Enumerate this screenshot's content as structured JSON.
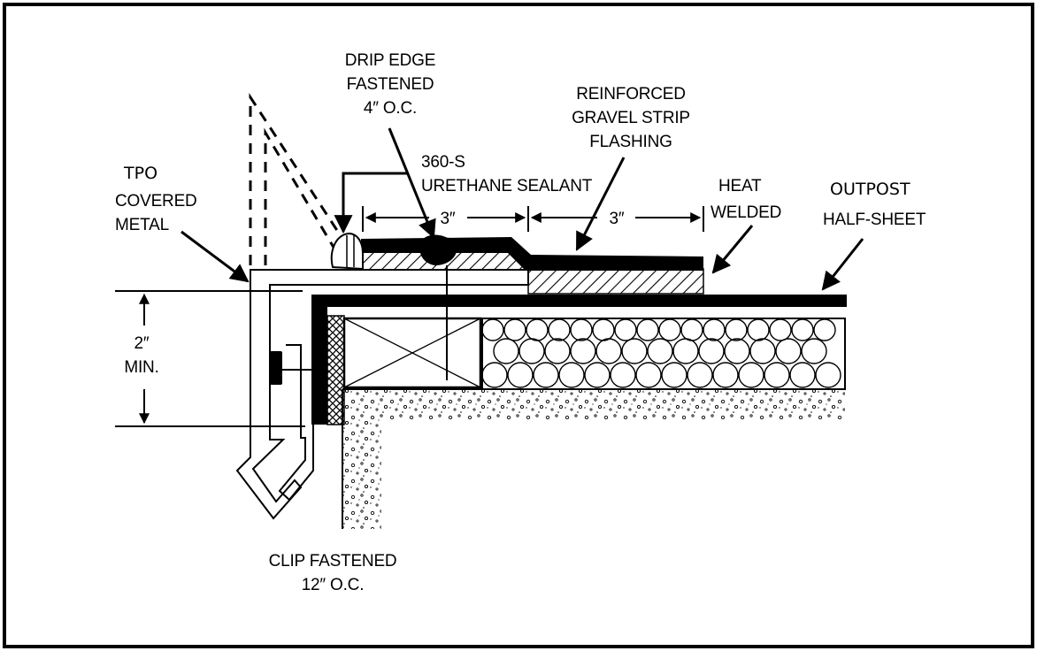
{
  "labels": {
    "drip_edge": [
      "DRIP EDGE",
      "FASTENED",
      "4″ O.C."
    ],
    "gravel_strip": [
      "REINFORCED",
      "GRAVEL STRIP",
      "FLASHING"
    ],
    "sealant": [
      "360-S",
      "URETHANE SEALANT"
    ],
    "tpo": [
      "TPO",
      "COVERED",
      "METAL"
    ],
    "heat_welded": [
      "HEAT",
      "WELDED"
    ],
    "outpost": [
      "OUTPOST",
      "HALF-SHEET"
    ],
    "dim_left": "3″",
    "dim_right": "3″",
    "min_height": [
      "2″",
      "MIN."
    ],
    "clip": [
      "CLIP FASTENED",
      "12″ O.C."
    ]
  }
}
